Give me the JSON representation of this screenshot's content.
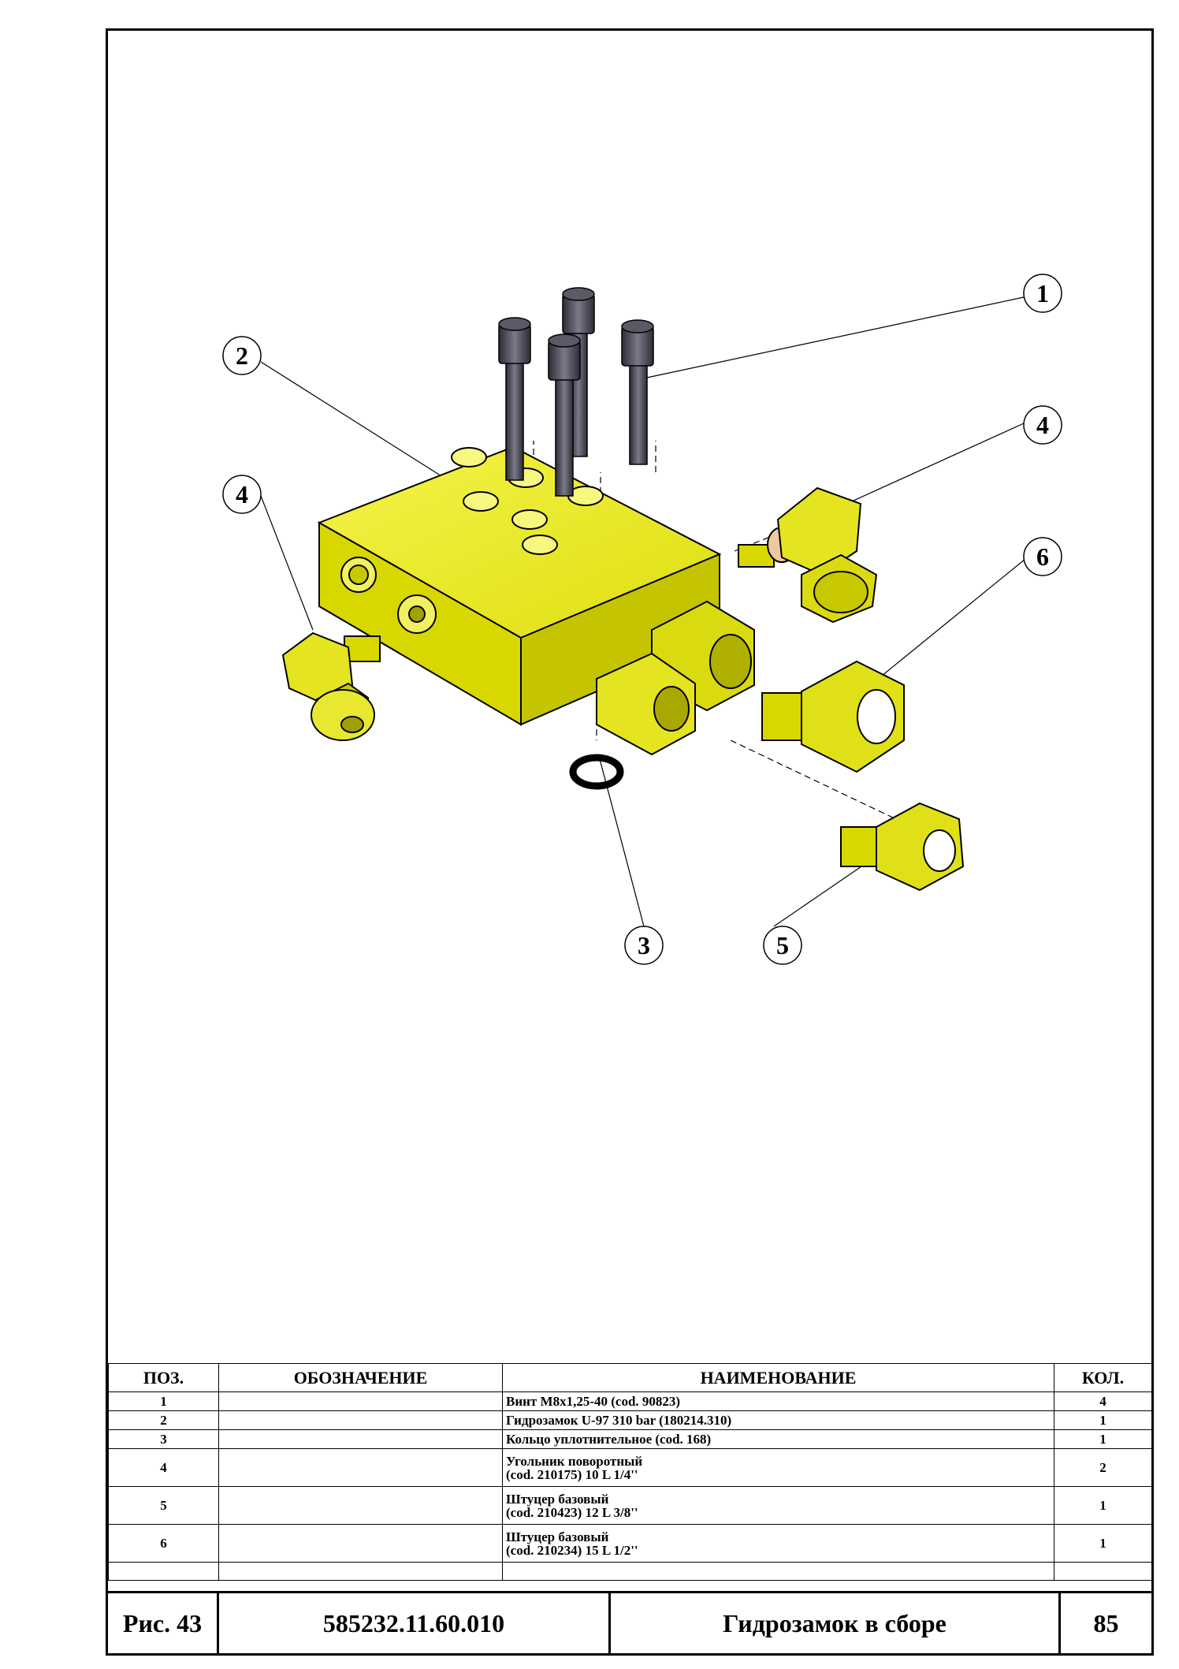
{
  "callouts": [
    "1",
    "2",
    "3",
    "4",
    "4",
    "5",
    "6"
  ],
  "table": {
    "headers": {
      "pos": "ПОЗ.",
      "designation": "ОБОЗНАЧЕНИЕ",
      "name": "НАИМЕНОВАНИЕ",
      "qty": "КОЛ."
    },
    "rows": [
      {
        "pos": "1",
        "designation": "",
        "name_line1": "Винт М8х1,25-40 (cod. 90823)",
        "name_line2": "",
        "qty": "4"
      },
      {
        "pos": "2",
        "designation": "",
        "name_line1": "Гидрозамок U-97 310 bar (180214.310)",
        "name_line2": "",
        "qty": "1"
      },
      {
        "pos": "3",
        "designation": "",
        "name_line1": "Кольцо уплотнительное (cod. 168)",
        "name_line2": "",
        "qty": "1"
      },
      {
        "pos": "4",
        "designation": "",
        "name_line1": "Угольник поворотный",
        "name_line2": "(cod. 210175) 10 L 1/4''",
        "qty": "2"
      },
      {
        "pos": "5",
        "designation": "",
        "name_line1": "Штуцер базовый",
        "name_line2": "(cod. 210423) 12 L 3/8''",
        "qty": "1"
      },
      {
        "pos": "6",
        "designation": "",
        "name_line1": "Штуцер базовый",
        "name_line2": "(cod. 210234) 15 L 1/2''",
        "qty": "1"
      }
    ]
  },
  "title_block": {
    "figure": "Рис. 43",
    "doc_number": "585232.11.60.010",
    "title": "Гидрозамок в сборе",
    "page": "85"
  },
  "colors": {
    "part_yellow": "#e8e800",
    "part_yellow_dark": "#b8b800",
    "part_yellow_light": "#f6f65a",
    "screw_gray": "#4a4a55"
  }
}
